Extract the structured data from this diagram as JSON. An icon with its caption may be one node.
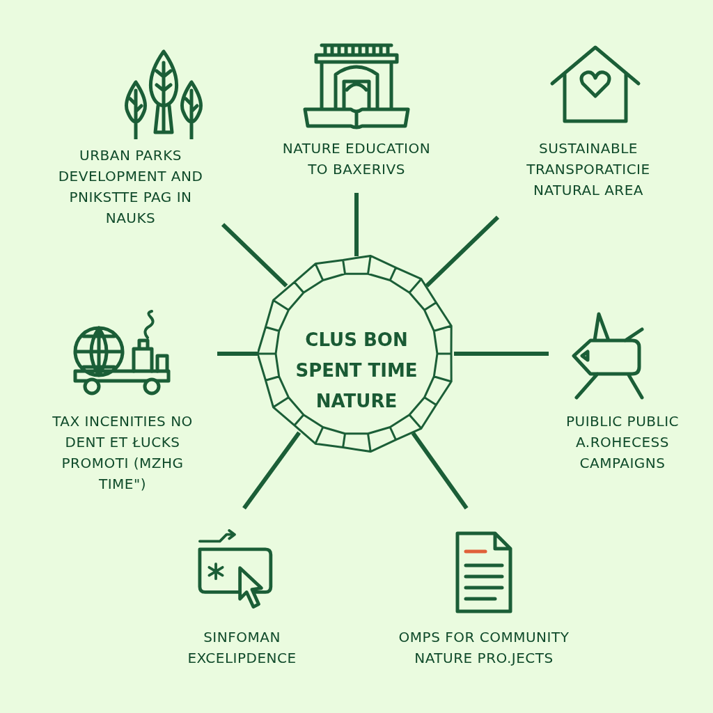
{
  "diagram": {
    "nodes": [
      {
        "text": [
          "CLUS BON SPENT TIME NATURE"
        ]
      },
      {
        "text": [
          "URBAN PARKS DEVELOPMENT AND PNIKSTTE PAG IN NAUKS"
        ]
      },
      {
        "text": [
          "NATURE EDUCATION TO BAXERIVS"
        ]
      },
      {
        "text": [
          "SUSTAINABLE TRANSPORATICIE NATURAL AREA"
        ]
      },
      {
        "text": [
          "TAX INCENITIES NO DENT ET ŁUCKS PROMOTI (MZHG TIME\")"
        ]
      },
      {
        "text": [
          "PUIBLIC PUBLIC A.ROHECESS CAMPAIGNS"
        ]
      },
      {
        "text": [
          "SINFOMAN EXCELIPDENCE"
        ]
      },
      {
        "text": [
          "OMPS FOR COMMUNITY NATURE PRO.JECTS"
        ]
      }
    ],
    "edges": [
      {
        "from": 0,
        "to": 1,
        "arrow": "none"
      },
      {
        "from": 0,
        "to": 2,
        "arrow": "none"
      },
      {
        "from": 0,
        "to": 3,
        "arrow": "none"
      },
      {
        "from": 0,
        "to": 4,
        "arrow": "none"
      },
      {
        "from": 0,
        "to": 5,
        "arrow": "none"
      },
      {
        "from": 0,
        "to": 6,
        "arrow": "none"
      },
      {
        "from": 0,
        "to": 7,
        "arrow": "none"
      }
    ]
  }
}
